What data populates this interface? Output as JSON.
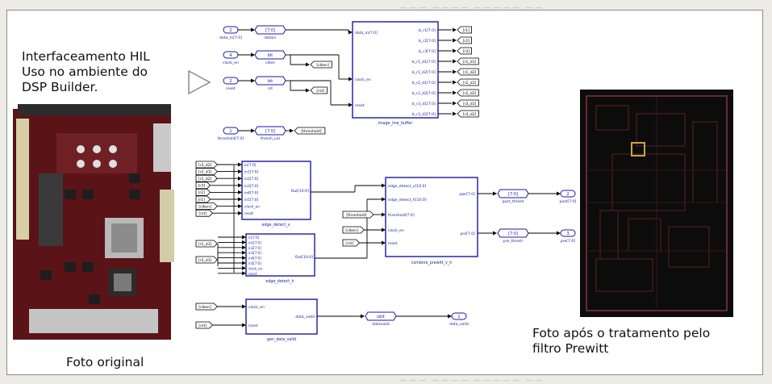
{
  "captions": {
    "hil_line1": "Interfaceamento HIL",
    "hil_line2": "Uso no ambiente do",
    "hil_line3": "DSP Builder.",
    "original_photo": "Foto original",
    "after_line1": "Foto após o tratamento pelo",
    "after_line2": "filtro Prewitt"
  },
  "diagram": {
    "inputs": [
      {
        "num": "2",
        "name": "data_in[7:0]",
        "type": "[7:0]",
        "type_label": "datain"
      },
      {
        "num": "4",
        "name": "clock_en",
        "type": "bit",
        "type_label": "clken"
      },
      {
        "num": "2",
        "name": "reset",
        "type": "bit",
        "type_label": "rst"
      },
      {
        "num": "1",
        "name": "threshold[7:0]",
        "type": "[7:0]",
        "type_label": "thresh_val"
      }
    ],
    "goto_tags": [
      "[clken]",
      "[rst]",
      "[threshold]"
    ],
    "line_buffer": {
      "name": "image_line_buffer",
      "inputs": [
        "data_in[7:0]",
        "clock_en",
        "reset"
      ],
      "outputs": [
        "b_r1[7:0]",
        "b_r2[7:0]",
        "b_r3[7:0]",
        "b_r1_d1[7:0]",
        "b_r1_d2[7:0]",
        "b_r2_d1[7:0]",
        "b_r2_d2[7:0]",
        "b_r3_d1[7:0]",
        "b_r3_d2[7:0]"
      ],
      "output_tags": [
        "[r1]",
        "[r2]",
        "[r3]",
        "[r1_d1]",
        "[r1_d2]",
        "[r2_d1]",
        "[r2_d2]",
        "[r3_d1]",
        "[r3_d2]"
      ]
    },
    "edge_v": {
      "name": "edge_detect_v",
      "input_tags": [
        "[r3_d2]",
        "[r2_d1]",
        "[r1_d2]",
        "[r3]",
        "[r2]",
        "[r1]",
        "[clken]",
        "[rst]"
      ],
      "ports": [
        "in[7:0]",
        "in1[7:0]",
        "in2[7:0]",
        "in3[7:0]",
        "in4[7:0]",
        "in5[7:0]",
        "clock_en",
        "reset"
      ],
      "out": "Out[10:0]"
    },
    "edge_h": {
      "name": "edge_detect_h",
      "input_tags": [
        "[r1_d1]",
        "[r3_d1]"
      ],
      "ports": [
        "in[7:0]",
        "in1[7:0]",
        "in2[7:0]",
        "in3[7:0]",
        "in4[7:0]",
        "in5[7:0]",
        "clock_en",
        "reset"
      ],
      "out": "Out[10:0]"
    },
    "combine": {
      "name": "combine_prewitt_v_h",
      "ports": [
        "edge_detect_v[10:0]",
        "edge_detect_h[10:0]",
        "threshold[7:0]",
        "clock_en",
        "reset"
      ],
      "input_tags": [
        "[threshold]",
        "[clken]",
        "[rst]"
      ],
      "outputs": [
        "pwr[7:0]",
        "pre[7:0]"
      ]
    },
    "outputs": [
      {
        "type": "[7:0]",
        "label": "post_thresh",
        "num": "2",
        "name": "post[7:0]"
      },
      {
        "type": "[7:0]",
        "label": "pre_thresh",
        "num": "3",
        "name": "pre[7:0]"
      }
    ],
    "gen_valid": {
      "name": "gen_data_valid",
      "ports": [
        "clock_en",
        "reset"
      ],
      "input_tags": [
        "[clken]",
        "[rst]"
      ],
      "out": "data_valid",
      "type": "ubit",
      "type_label": "datavalid",
      "num": "1",
      "outport": "data_valid"
    }
  },
  "colors": {
    "block_border": "#1a1aa0",
    "block_text": "#1a1aa0",
    "line": "#000000",
    "board_pcb": "#5a1418",
    "filtered_bg": "#0c0c0c"
  }
}
